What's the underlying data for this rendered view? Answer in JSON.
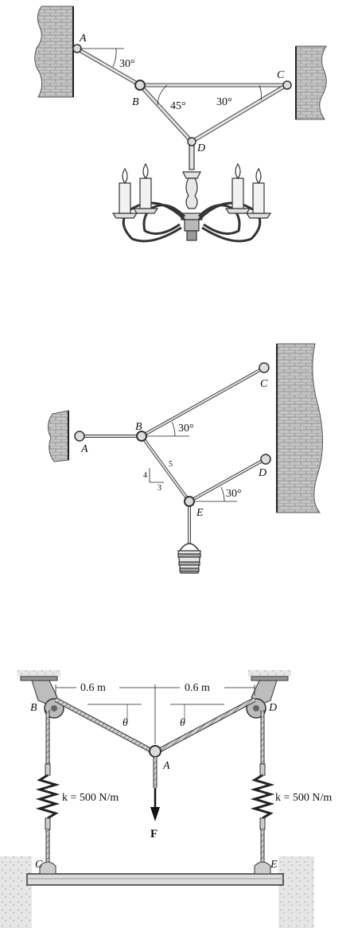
{
  "figure1": {
    "labels": {
      "A": "A",
      "B": "B",
      "C": "C",
      "D": "D"
    },
    "angles": {
      "a1": "30°",
      "a2": "45°",
      "a3": "30°"
    }
  },
  "figure2": {
    "labels": {
      "A": "A",
      "B": "B",
      "C": "C",
      "D": "D",
      "E": "E"
    },
    "angles": {
      "a1": "30°",
      "a2": "30°"
    },
    "slope": {
      "rise": "4",
      "hyp": "5",
      "run": "3"
    }
  },
  "figure3": {
    "labels": {
      "A": "A",
      "B": "B",
      "C": "C",
      "D": "D",
      "E": "E"
    },
    "dims": {
      "left": "0.6 m",
      "right": "0.6 m"
    },
    "theta": "θ",
    "spring_left": "k = 500 N/m",
    "spring_right": "k = 500 N/m",
    "force": "F"
  },
  "colors": {
    "brick": "#bdbdbd",
    "mortar": "#8a8a8a",
    "rod": "#d8d8d8",
    "outline": "#333333"
  }
}
